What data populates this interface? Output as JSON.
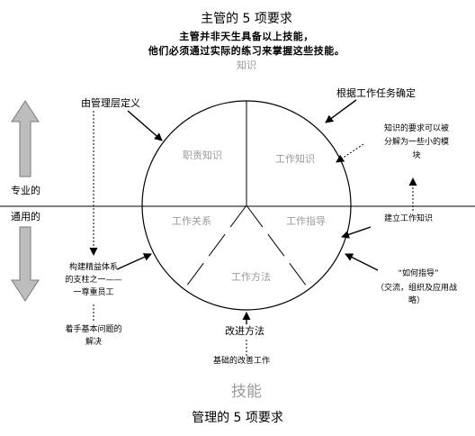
{
  "header": {
    "title": "主管的 5 项要求",
    "subtitle_line1": "主管并非天生具备以上技能，",
    "subtitle_line2": "他们必须通过实际的练习来掌握这些技能。"
  },
  "axis": {
    "top_label": "知识",
    "bottom_label": "技能",
    "upper_side": "专业的",
    "lower_side": "通用的"
  },
  "segments": {
    "job_responsibility": "职责知识",
    "work_knowledge": "工作知识",
    "work_relations": "工作关系",
    "work_instruction": "工作指导",
    "work_method": "工作方法"
  },
  "annotations": {
    "defined_by_management": "由管理层定义",
    "determined_by_task": "根据工作任务确定",
    "knowledge_requirement": [
      "知识的要求可以被",
      "分解为一些小的模",
      "块"
    ],
    "build_work_knowledge": "建立工作知识",
    "how_to_instruct_title": "“如何指导”",
    "how_to_instruct_detail": [
      "（交流，组织及应用战",
      "略）"
    ],
    "improve_method": "改进方法",
    "basic_improvement": "基础的改善工作",
    "build_team": [
      "构建精益体系",
      "的支柱之一——",
      "一尊重员工"
    ],
    "solve_basic_problems": [
      "着手基本问题的",
      "解决"
    ]
  },
  "footer": {
    "caption": "管理的 5 项要求"
  },
  "colors": {
    "arrow_fill": "#bdbdbd",
    "arrow_stroke": "#7a7a7a",
    "grey_text": "#9a9a9a"
  }
}
